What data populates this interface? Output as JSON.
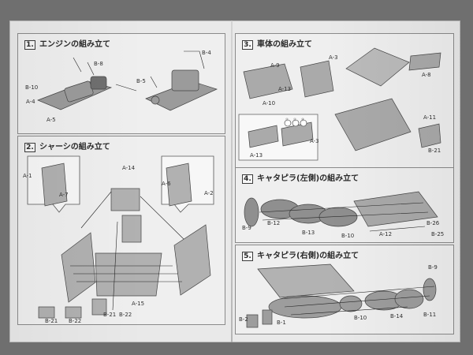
{
  "sections": [
    {
      "number": "1.",
      "title": "エンジンの組み立て",
      "labels": [
        "B-8",
        "B-10",
        "A-4",
        "A-5",
        "B-5",
        "B-4"
      ]
    },
    {
      "number": "2.",
      "title": "シャーシの組み立て",
      "labels": [
        "A-1",
        "A-7",
        "A-14",
        "A-6",
        "A-2",
        "A-15",
        "B-21",
        "B-22",
        "B-21",
        "B-22"
      ]
    },
    {
      "number": "3.",
      "title": "車体の組み立て",
      "labels": [
        "A-9",
        "A-13",
        "A-10",
        "A-3",
        "A-8",
        "A-11",
        "B-21",
        "A-13",
        "A-3"
      ],
      "circled": [
        "⑫",
        "⑬",
        "⑭"
      ]
    },
    {
      "number": "4.",
      "title": "キャタピラ(左側)の組み立て",
      "labels": [
        "B-9",
        "B-12",
        "B-13",
        "B-10",
        "A-12",
        "B-26",
        "B-25"
      ]
    },
    {
      "number": "5.",
      "title": "キャタピラ(右側)の組み立て",
      "labels": [
        "B-9",
        "B-2",
        "B-1",
        "B-10",
        "B-14",
        "B-11"
      ]
    }
  ]
}
